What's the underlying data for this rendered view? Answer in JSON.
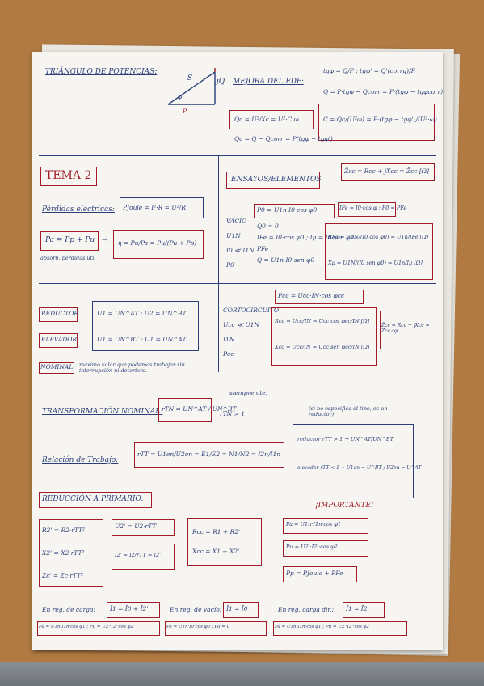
{
  "sheet": {
    "triangle_title": "TRIÁNGULO DE POTENCIAS:",
    "triangle_labels": {
      "S": "S",
      "Q": "jQ",
      "phi": "φ",
      "P": "P"
    },
    "mejora_title": "MEJORA DEL FDP:",
    "mejora_eq1": "tgφ = Q/P ; tgφ' = Q'(corrg)/P",
    "mejora_eq2": "Q = P·tgφ → Qcorr = P·(tgφ − tgφcorr)",
    "mejora_qc": "Qc = U²/Xc = U²·C·ω",
    "mejora_c": "C = Qc/(U²ω) = P·(tgφ − tgφ')/(U²·ω)",
    "mejora_qc2": "Qc = Q − Qcorr = P(tgφ − tgφ')",
    "tema2": "TEMA 2",
    "perdidas_label": "Pérdidas eléctricas:",
    "perdidas_eq": "PJoule = I²·R = U²/R",
    "pa_eq": "Pa = Pp + Pu",
    "pa_sub": "absorb. pérdidas útil",
    "eta_eq": "η = Pu/Pa = Pu/(Pu + Pp)",
    "reductor": "REDUCTOR",
    "elevador": "ELEVADOR",
    "reductor_eq": "U1 = UN^AT ; U2 = UN^BT",
    "elevador_eq": "U1 = UN^BT ; U1 = UN^AT",
    "nominal_label": "NOMINAL:",
    "nominal_text": "máximo valor que podemos trabajar sin interrupción ni deterioro.",
    "ensayos_title": "ENSAYOS/ELEMENTOS",
    "zcc_eq": "Z̄cc = Rcc + jXcc = Z̄cc [Ω]",
    "vacio_label": "VACÍO",
    "vacio_items": [
      "U1N",
      "I0 ≪ I1N",
      "P0"
    ],
    "p0_eq": "P0 = U1n·I0·cos φ0",
    "q0_eq": "Q0 ≈ 0",
    "ife_eq": "IFe = I0·cos φ0 ; Iμ = I0·sen φ0",
    "pfe_label": "PFe",
    "q_eq": "Q = U1n·I0·sen φ0",
    "ifecorr": "IFe = I0·cos φ ; P0 = PFe",
    "rfe_eq": "RFe = U1N/(I0 cos φ0) = U1n/IFe [Ω]",
    "xmu_eq": "Xμ = U1N/(I0 sen φ0) = U1n/Iμ [Ω]",
    "cc_label": "CORTOCIRCUITO",
    "cc_items": [
      "Ucc ≪ U1N",
      "I1N",
      "Pcc"
    ],
    "pcc_eq": "Pcc = Ucc·IN·cos φcc",
    "rcc_eq": "Rcc = Ucc/IN = Ucc cos φcc/IN [Ω]",
    "xcc_eq": "Xcc = Ucc/IN = Ucc sen φcc/IN [Ω]",
    "zcc2_eq": "Z̄cc = Rcc + jXcc = Zcc∠φ",
    "trafo_label": "TRANSFORMACIÓN NOMINAL:",
    "trafo_eq": "rTN = UN^AT / UN^BT",
    "trafo_note": "siempre cte.",
    "trafo_ineq": "rTN > 1",
    "relacion_label": "Relación de Trabajo:",
    "relacion_eq": "rTT = U1en/U2en = E1/E2 = N1/N2 = I2n/I1n",
    "importante_note": "(si no especifica el tipo, es un reductor)",
    "reductor_cond": "reductor  rTT > 1 → UN^AT/UN^BT",
    "elevador_cond": "elevador  rTT < 1 → U1en = U^BT ; U2en = U^AT",
    "importante": "¡IMPORTANTE!",
    "reduccion_title": "REDUCCIÓN A PRIMARIO:",
    "r2_eq": "R2' = R2·rTT²",
    "x2_eq": "X2' = X2·rTT²",
    "zc_eq": "Zc' = Zc·rTT²",
    "u2_eq": "U2' = U2·rTT",
    "i2_eq": "I2' = I2/rTT = I2'",
    "rcc2_eq": "Rcc = R1 + R2'",
    "xcc2_eq": "Xcc = X1 + X2'",
    "pa2_eq": "Pa = U1n·I1n·cos φ1",
    "pu2_eq": "Pu = U2'·I2'·cos φ2",
    "pp_eq": "Pp = PJoule + PFe",
    "carga_label": "En reg. de carga:",
    "carga_eq": "Ī1 = Ī0 + Ī2'",
    "carga_p": "Pa = U1n·I1n·cos φ1 ; Pu = U2'·I2'·cos φ2",
    "vacio2_label": "En reg. de vacío:",
    "vacio2_eq": "Ī1 = Ī0",
    "vacio2_p": "Pa = U1n·I0·cos φ0 ; Pu = 0",
    "cc2_label": "En reg. carga dir.:",
    "cc2_eq": "Ī1 = Ī2'",
    "cc2_p": "Pa = U1n·I1n·cos φ1 ; Pu = U2'·I2'·cos φ2"
  },
  "colors": {
    "ink_blue": "#2c3e7a",
    "ink_red": "#a01c28",
    "paper": "#f6f5f1",
    "table": "#b07a42"
  }
}
